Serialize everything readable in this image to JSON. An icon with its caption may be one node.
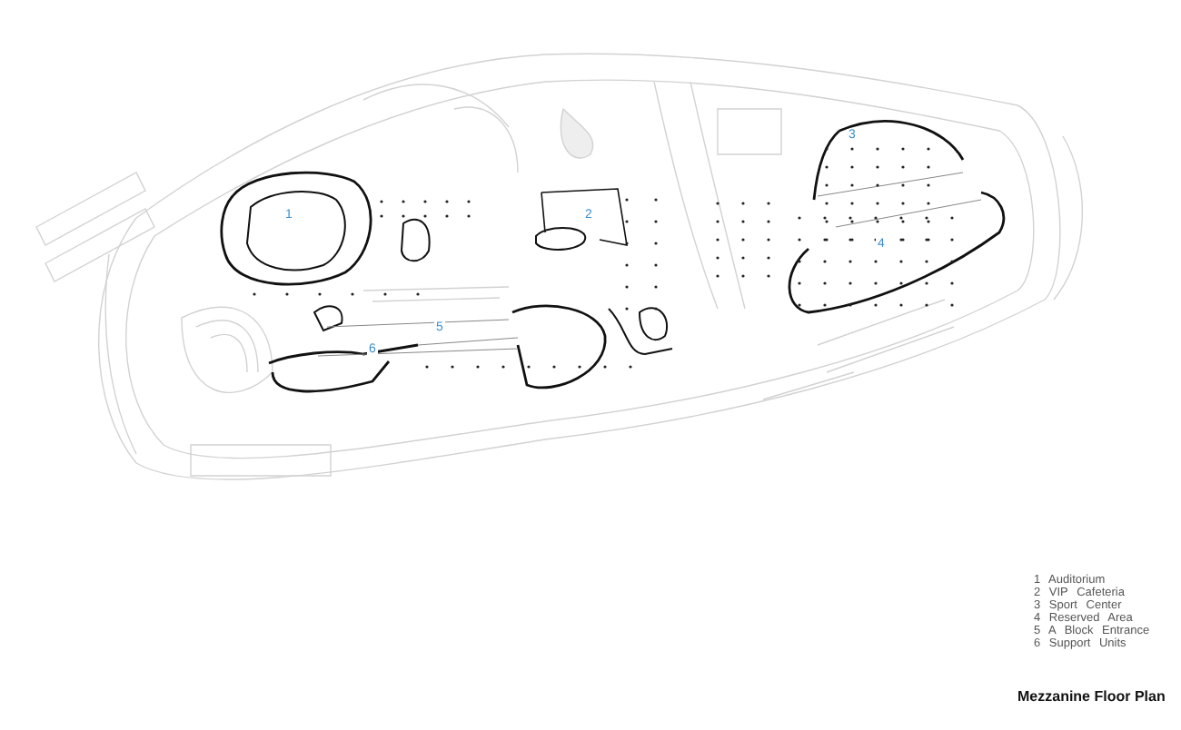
{
  "diagram": {
    "title": "Mezzanine Floor Plan",
    "labels": [
      "3",
      "1",
      "2",
      "4",
      "5",
      "6",
      "1 Auditorium",
      "2 VIP Cafeteria",
      "3 Sport Center",
      "4 Reserved Area",
      "5 A Block Entrance",
      "6 Support Units"
    ]
  }
}
